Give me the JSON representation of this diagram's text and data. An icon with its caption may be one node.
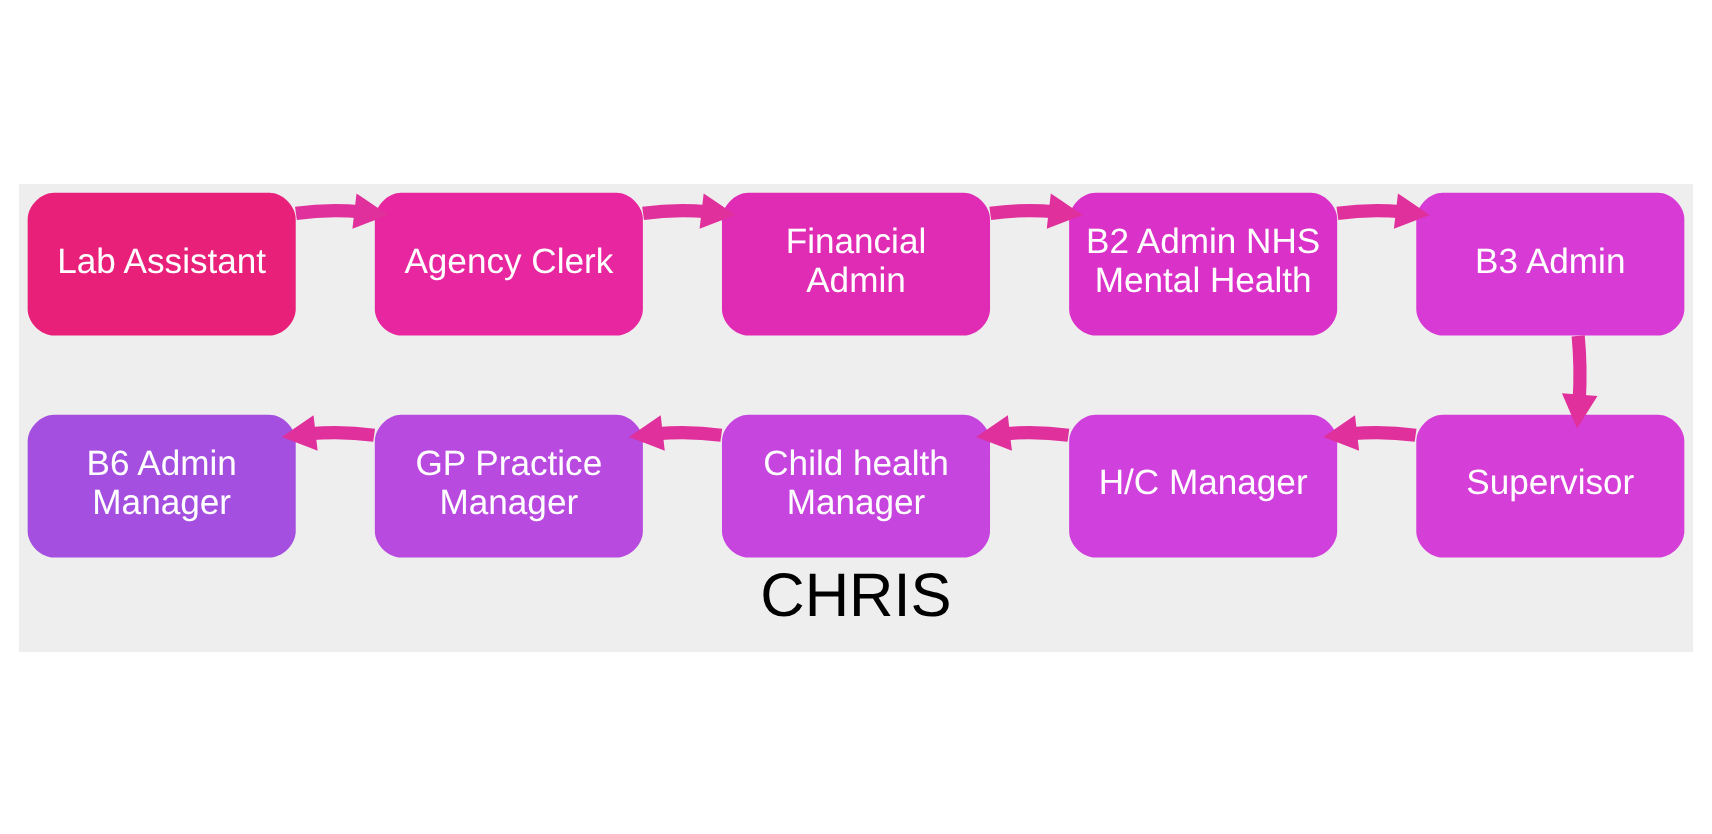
{
  "diagram": {
    "caption": "CHRIS",
    "nodes": [
      {
        "text": [
          "Lab Assistant"
        ]
      },
      {
        "text": [
          "Agency Clerk"
        ]
      },
      {
        "text": [
          "Financial Admin"
        ]
      },
      {
        "text": [
          "B2 Admin NHS Mental Health"
        ]
      },
      {
        "text": [
          "B3 Admin"
        ]
      },
      {
        "text": [
          "B6 Admin Manager"
        ]
      },
      {
        "text": [
          "GP Practice Manager"
        ]
      },
      {
        "text": [
          "Child health Manager"
        ]
      },
      {
        "text": [
          "H/C Manager"
        ]
      },
      {
        "text": [
          "Supervisor"
        ]
      }
    ],
    "edges": [
      {
        "from": 0,
        "to": 1,
        "arrow": "to"
      },
      {
        "from": 1,
        "to": 2,
        "arrow": "to"
      },
      {
        "from": 2,
        "to": 3,
        "arrow": "to"
      },
      {
        "from": 3,
        "to": 4,
        "arrow": "to"
      },
      {
        "from": 4,
        "to": 9,
        "arrow": "to"
      },
      {
        "from": 9,
        "to": 8,
        "arrow": "to"
      },
      {
        "from": 8,
        "to": 7,
        "arrow": "to"
      },
      {
        "from": 7,
        "to": 6,
        "arrow": "to"
      },
      {
        "from": 6,
        "to": 5,
        "arrow": "to"
      }
    ]
  }
}
